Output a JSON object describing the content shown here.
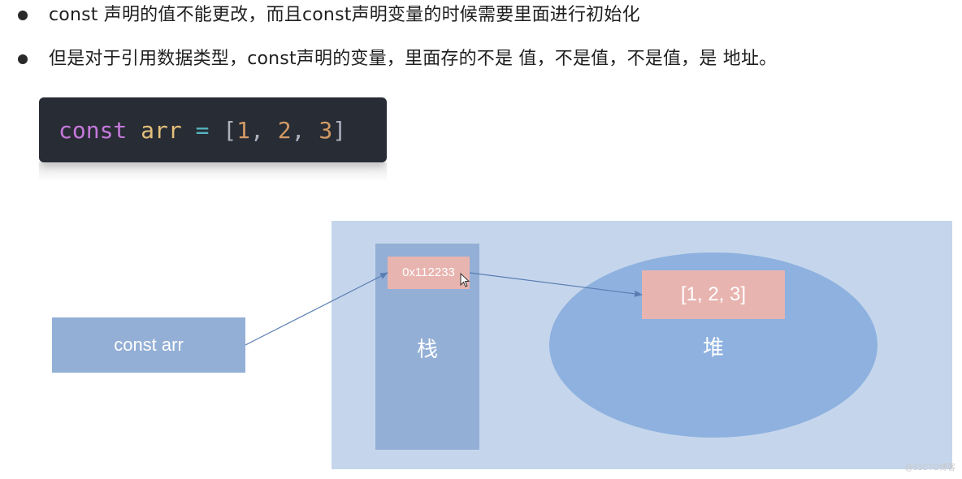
{
  "bullets": [
    "const  声明的值不能更改，而且const声明变量的时候需要里面进行初始化",
    "但是对于引用数据类型，const声明的变量，里面存的不是 值，不是值，不是值，是 地址。"
  ],
  "code": {
    "keyword": "const",
    "name": "arr",
    "operator": "=",
    "open_bracket": "[",
    "n1": "1",
    "n2": "2",
    "n3": "3",
    "comma": ",",
    "close_bracket": "]"
  },
  "diagram": {
    "variable_label": "const arr",
    "stack_label": "栈",
    "address": "0x112233",
    "heap_label": "堆",
    "heap_value": "[1, 2, 3]"
  },
  "colors": {
    "panel": "#c5d6ec",
    "stack": "#93afd6",
    "heap": "#8eb1df",
    "value_box": "#e8b4b0",
    "arrow": "#5a7db3",
    "code_background": "#282c34"
  },
  "watermark": "@51CTO博客"
}
